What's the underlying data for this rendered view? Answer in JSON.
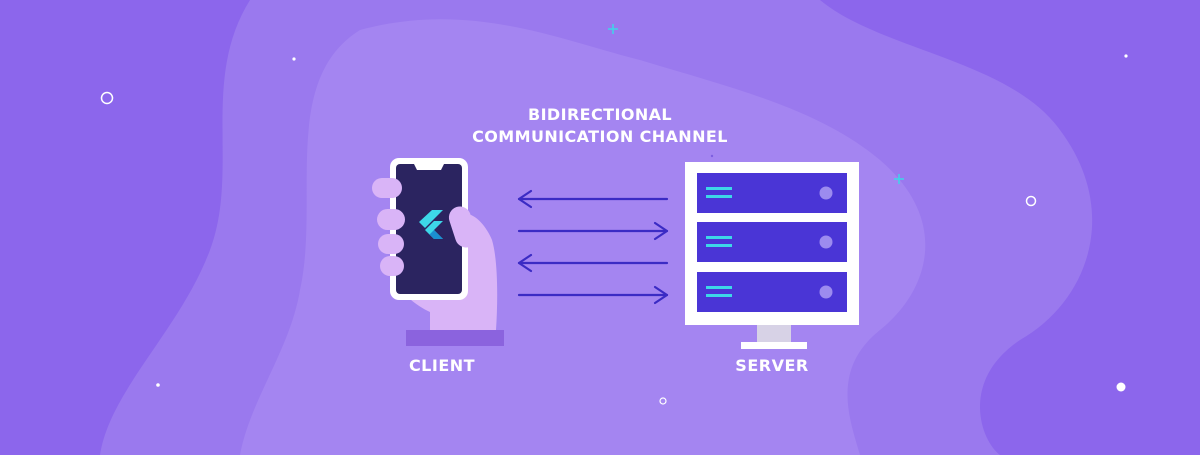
{
  "diagram": {
    "title_line1": "BIDIRECTIONAL",
    "title_line2": "COMMUNICATION CHANNEL",
    "client_label": "CLIENT",
    "server_label": "SERVER",
    "arrows": [
      "server-to-client",
      "client-to-server",
      "server-to-client",
      "client-to-server"
    ],
    "server_units": 3
  },
  "icons": {
    "device": "smartphone-in-hand-icon",
    "app_logo": "flutter-logo-icon",
    "server": "server-rack-icon"
  },
  "colors": {
    "background": "#8c66ec",
    "blob_outer": "#9a79ee",
    "blob_inner": "#a485f1",
    "server_unit": "#4a35d6",
    "arrow": "#3b2bc4",
    "accent": "#3dd7e8",
    "phone_screen": "#2b2460",
    "hand": "#d9b4f7"
  }
}
